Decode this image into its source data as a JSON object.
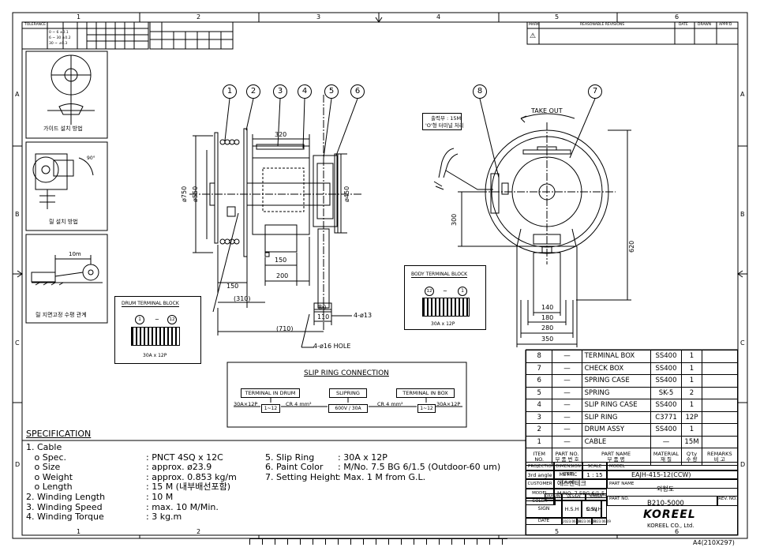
{
  "frame": {
    "cols": [
      "1",
      "2",
      "3",
      "4",
      "5",
      "6"
    ],
    "rows": [
      "A",
      "B",
      "C",
      "D"
    ],
    "page_size": "A4(210X297)"
  },
  "revisions": {
    "headers": [
      "MARK",
      "REASONABLE REVISIONS",
      "DATE",
      "DRAWN",
      "APPR'D"
    ],
    "mark": "⚠"
  },
  "sketches": {
    "guide": "가이드 설치 방법",
    "reel": "릴 설치 방법",
    "ground": "릴 지면고정 수평 관계",
    "ground_dim": "10m",
    "angle": "90°"
  },
  "balloons": [
    "1",
    "2",
    "3",
    "4",
    "5",
    "6",
    "8",
    "7"
  ],
  "dims": {
    "d750": "ø750",
    "d550": "ø550",
    "w320": "320",
    "d450": "ø450",
    "w150a": "150",
    "w310": "(310)",
    "w150b": "150",
    "w200": "200",
    "w80": "80",
    "w110": "110",
    "w710": "(710)",
    "hole13": "4-ø13",
    "hole16": "4-ø16 HOLE",
    "h300": "300",
    "h620": "620",
    "w140": "140",
    "w180": "180",
    "w280": "280",
    "w350": "350"
  },
  "drum_terminal": {
    "title": "DRUM TERMINAL BLOCK",
    "left": "1",
    "tilde": "~",
    "right": "12",
    "rating": "30A x 12P"
  },
  "body_terminal": {
    "title": "BODY TERMINAL BLOCK",
    "left": "12",
    "tilde": "~",
    "right": "1",
    "rating": "30A x 12P"
  },
  "take_out": "TAKE OUT",
  "note": {
    "line1": "출력부 : 15M",
    "line2": "'O'형 터미널 처리"
  },
  "slip_ring": {
    "title": "SLIP RING CONNECTION",
    "drum": "TERMINAL IN DRUM",
    "slipring": "SLIPRING",
    "box": "TERMINAL IN BOX",
    "left_rating": "30A×12P",
    "left_cr": "CR 4 mm²",
    "right_cr": "CR 4 mm²",
    "right_rating": "30A×12P",
    "left_range": "1~12",
    "center_rating": "600V / 30A",
    "right_range": "1~12"
  },
  "spec": {
    "title": "SPECIFICATION",
    "lines_left": [
      "1. Cable",
      "   o Spec.",
      "   o Size",
      "   o Weight",
      "   o Length",
      "2. Winding Length",
      "3. Winding Speed",
      "4. Winding Torque"
    ],
    "values_left": [
      "",
      ":  PNCT 4SQ x 12C",
      ":  approx.  ø23.9",
      ":  approx. 0.853 kg/m",
      ":  15 M (내부배선포함)",
      ":  10 M",
      ":  max. 10 M/Min.",
      ":  3 kg.m"
    ],
    "lines_right": [
      "",
      "5. Slip Ring",
      "6. Paint Color",
      "7. Setting Height"
    ],
    "values_right": [
      "",
      ":   30A x 12P",
      ":  M/No. 7.5 BG 6/1.5 (Outdoor-60 um)",
      ":  Max.  1  M from G.L."
    ]
  },
  "bom": {
    "rows": [
      {
        "item": "8",
        "part_no": "—",
        "name": "TERMINAL BOX",
        "material": "SS400",
        "qty": "1",
        "remarks": ""
      },
      {
        "item": "7",
        "part_no": "—",
        "name": "CHECK BOX",
        "material": "SS400",
        "qty": "1",
        "remarks": ""
      },
      {
        "item": "6",
        "part_no": "—",
        "name": "SPRING CASE",
        "material": "SS400",
        "qty": "1",
        "remarks": ""
      },
      {
        "item": "5",
        "part_no": "—",
        "name": "SPRING",
        "material": "SK-5",
        "qty": "2",
        "remarks": ""
      },
      {
        "item": "4",
        "part_no": "—",
        "name": "SLIP RING CASE",
        "material": "SS400",
        "qty": "1",
        "remarks": ""
      },
      {
        "item": "3",
        "part_no": "—",
        "name": "SLIP RING",
        "material": "C3771",
        "qty": "12P",
        "remarks": ""
      },
      {
        "item": "2",
        "part_no": "—",
        "name": "DRUM ASSY",
        "material": "SS400",
        "qty": "1",
        "remarks": ""
      },
      {
        "item": "1",
        "part_no": "—",
        "name": "CABLE",
        "material": "—",
        "qty": "15M",
        "remarks": ""
      }
    ],
    "headers": [
      "ITEM\nNO.",
      "PART NO.\n부 품 번 호",
      "PART NAME\n부 품 명",
      "MATERIAL\n재 질",
      "Q'ty\n수 량",
      "REMARKS\n비 고"
    ]
  },
  "title_block": {
    "projection_label": "PROJECTION",
    "projection": "3rd angle",
    "unit_label": "DIMENSION UNIT",
    "unit": "METRIC (mm)",
    "scale_label": "SCALE",
    "scale": "1 : 15",
    "model_label": "MODEL",
    "model": "EAJH-415-12(CCW)",
    "customer_label": "CUSTOMER",
    "customer": "에스엔테크",
    "part_name_label": "PART NAME",
    "part_name": "외형도",
    "color_label": "MODEL COLOR",
    "color": "M/NO. 7.5BG 6/1.5",
    "part_no_label": "PART NO.",
    "part_no": "B210-5000",
    "rev_label": "REV. NO.",
    "drawing": "DRAWING",
    "design": "DESIGN",
    "check": "CHECK",
    "approval": "APPROVAL",
    "sign": "SIGN",
    "design_sign": "H.S.H",
    "check_sign": "S.S.J",
    "approval_sign": "O.W.H",
    "date_label": "DATE",
    "date1": "2023.06.09",
    "date2": "2023.06.09",
    "date3": "2023.06.09",
    "company_logo": "KOREEL",
    "company": "KOREEL CO., Ltd."
  },
  "top_table": {
    "left_title": "TOLERANCE",
    "left_rows": [
      "0 ~ 6 ±0.1",
      "6 ~ 30 ±0.2",
      "30 ~ ±0.3"
    ]
  }
}
